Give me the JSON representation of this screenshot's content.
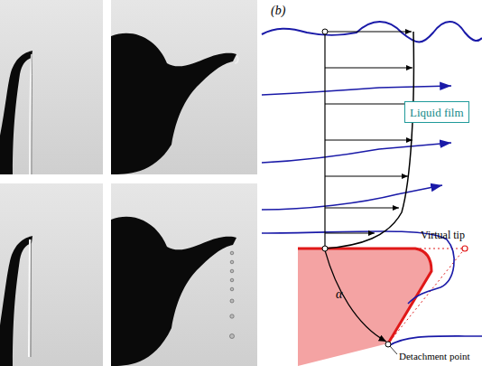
{
  "diagram": {
    "nodes": [
      {
        "text": [
          "Liquid film"
        ]
      }
    ],
    "labels": [
      "(b)",
      "Virtual tip",
      "α",
      "Detachment point"
    ]
  }
}
